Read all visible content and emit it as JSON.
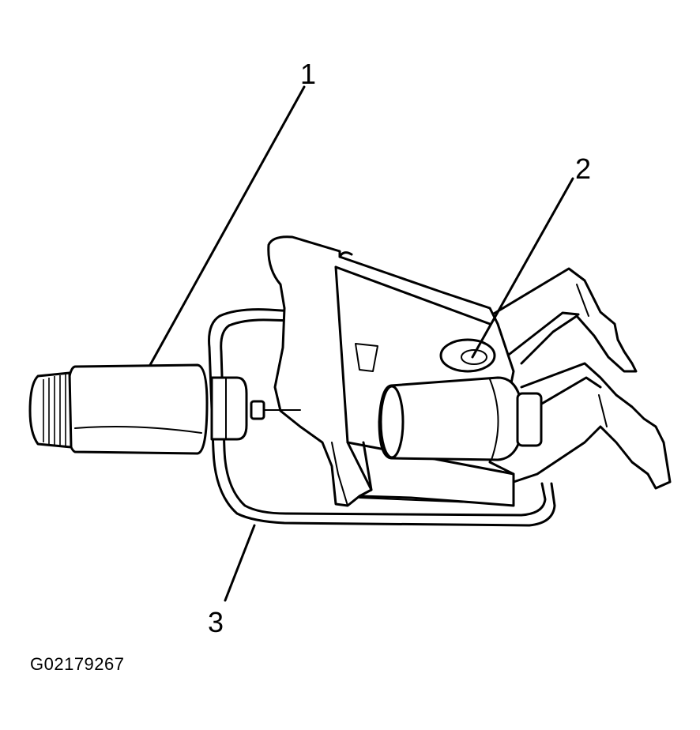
{
  "callouts": {
    "one": "1",
    "two": "2",
    "three": "3"
  },
  "figure_code": "G02179267",
  "colors": {
    "ink": "#000000",
    "paper": "#ffffff"
  }
}
